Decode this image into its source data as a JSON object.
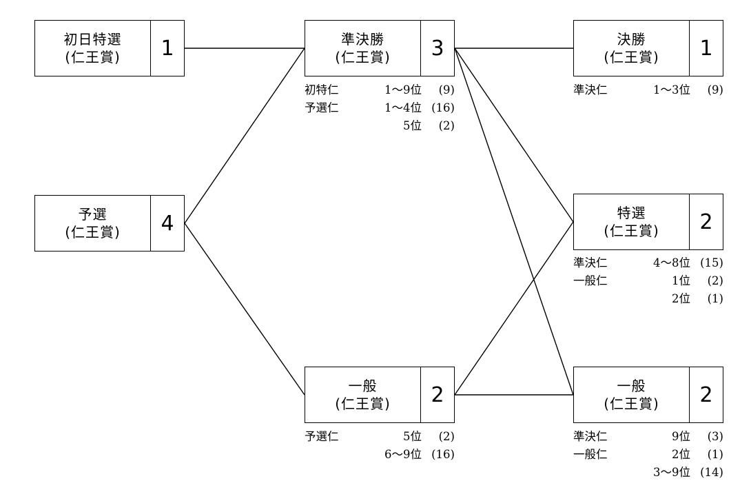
{
  "nodes": {
    "first_day": {
      "line1": "初日特選",
      "line2": "(仁王賞)",
      "count": "1"
    },
    "qualifier": {
      "line1": "予選",
      "line2": "(仁王賞)",
      "count": "4"
    },
    "semifinal": {
      "line1": "準決勝",
      "line2": "(仁王賞)",
      "count": "3"
    },
    "general_mid": {
      "line1": "一般",
      "line2": "(仁王賞)",
      "count": "2"
    },
    "final": {
      "line1": "決勝",
      "line2": "(仁王賞)",
      "count": "1"
    },
    "special": {
      "line1": "特選",
      "line2": "(仁王賞)",
      "count": "2"
    },
    "general_end": {
      "line1": "一般",
      "line2": "(仁王賞)",
      "count": "2"
    }
  },
  "qualifications": {
    "semifinal": [
      {
        "source": "初特仁",
        "rank": "1～9位",
        "count": "(9)"
      },
      {
        "source": "予選仁",
        "rank": "1～4位",
        "count": "(16)"
      },
      {
        "source": "",
        "rank": "5位",
        "count": "(2)"
      }
    ],
    "general_mid": [
      {
        "source": "予選仁",
        "rank": "5位",
        "count": "(2)"
      },
      {
        "source": "",
        "rank": "6～9位",
        "count": "(16)"
      }
    ],
    "final": [
      {
        "source": "準決仁",
        "rank": "1～3位",
        "count": "(9)"
      }
    ],
    "special": [
      {
        "source": "準決仁",
        "rank": "4～8位",
        "count": "(15)"
      },
      {
        "source": "一般仁",
        "rank": "1位",
        "count": "(2)"
      },
      {
        "source": "",
        "rank": "2位",
        "count": "(1)"
      }
    ],
    "general_end": [
      {
        "source": "準決仁",
        "rank": "9位",
        "count": "(3)"
      },
      {
        "source": "一般仁",
        "rank": "2位",
        "count": "(1)"
      },
      {
        "source": "",
        "rank": "3～9位",
        "count": "(14)"
      }
    ]
  }
}
